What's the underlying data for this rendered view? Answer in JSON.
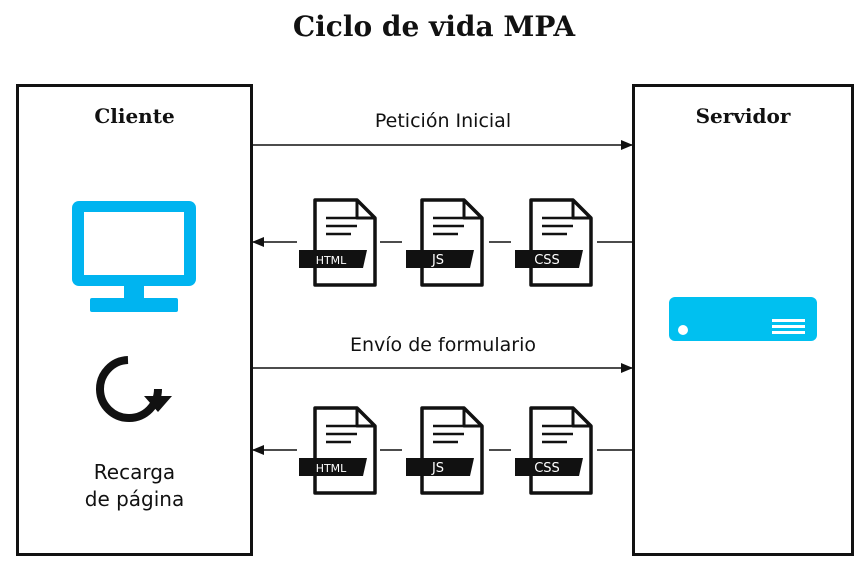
{
  "title": "Ciclo de vida MPA",
  "client": {
    "title": "Cliente",
    "reload_line1": "Recarga",
    "reload_line2": "de página",
    "monitor_color": "#00b4f0"
  },
  "server": {
    "title": "Servidor",
    "server_color": "#00c0f0"
  },
  "arrows": {
    "initial_request": "Petición Inicial",
    "form_submission": "Envío de formulario"
  },
  "files": [
    "HTML",
    "JS",
    "CSS"
  ],
  "icons": {
    "monitor": "monitor-icon",
    "reload": "reload-icon",
    "server": "server-icon",
    "file": "file-icon"
  }
}
